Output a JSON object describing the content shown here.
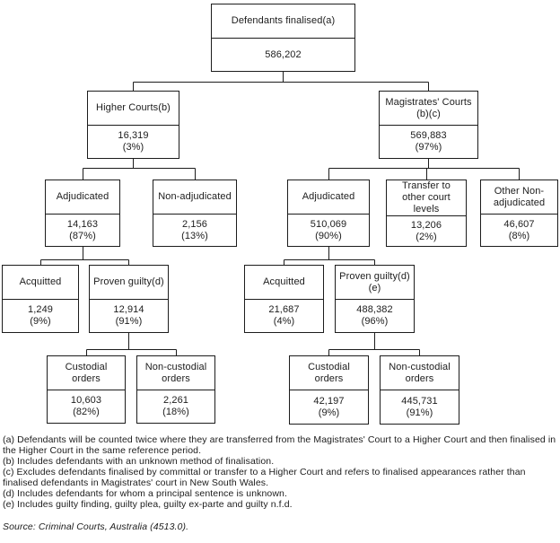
{
  "nodes": {
    "root": {
      "label": "Defendants finalised(a)",
      "value": "586,202",
      "pct": ""
    },
    "higher": {
      "label": "Higher Courts(b)",
      "value": "16,319",
      "pct": "(3%)"
    },
    "magistrates": {
      "label": "Magistrates' Courts (b)(c)",
      "value": "569,883",
      "pct": "(97%)"
    },
    "adjudicated_h": {
      "label": "Adjudicated",
      "value": "14,163",
      "pct": "(87%)"
    },
    "non_adjudicated_h": {
      "label": "Non-adjudicated",
      "value": "2,156",
      "pct": "(13%)"
    },
    "adjudicated_m": {
      "label": "Adjudicated",
      "value": "510,069",
      "pct": "(90%)"
    },
    "transfer_m": {
      "label": "Transfer to other court levels",
      "value": "13,206",
      "pct": "(2%)"
    },
    "other_non_adjudicated_m": {
      "label": "Other Non-adjudicated",
      "value": "46,607",
      "pct": "(8%)"
    },
    "acquitted_h": {
      "label": "Acquitted",
      "value": "1,249",
      "pct": "(9%)"
    },
    "proven_guilty_h": {
      "label": "Proven guilty(d)",
      "value": "12,914",
      "pct": "(91%)"
    },
    "acquitted_m": {
      "label": "Acquitted",
      "value": "21,687",
      "pct": "(4%)"
    },
    "proven_guilty_m": {
      "label": "Proven guilty(d)(e)",
      "value": "488,382",
      "pct": "(96%)"
    },
    "custodial_h": {
      "label": "Custodial orders",
      "value": "10,603",
      "pct": "(82%)"
    },
    "non_custodial_h": {
      "label": "Non-custodial orders",
      "value": "2,261",
      "pct": "(18%)"
    },
    "custodial_m": {
      "label": "Custodial orders",
      "value": "42,197",
      "pct": "(9%)"
    },
    "non_custodial_m": {
      "label": "Non-custodial orders",
      "value": "445,731",
      "pct": "(91%)"
    }
  },
  "footnotes": [
    "(a) Defendants will be counted twice where they are transferred from the Magistrates' Court to a Higher Court and then finalised in the Higher Court in the same reference period.",
    "(b) Includes defendants with an unknown method of finalisation.",
    "(c) Excludes defendants finalised by committal or transfer to a Higher Court and refers to finalised appearances rather than finalised defendants in Magistrates' court in New South Wales.",
    "(d) Includes defendants for whom a principal sentence is unknown.",
    "(e) Includes guilty finding, guilty plea, guilty ex-parte and guilty n.f.d."
  ],
  "source": "Source: Criminal Courts, Australia (4513.0).",
  "line_color": "#1c1c1c"
}
